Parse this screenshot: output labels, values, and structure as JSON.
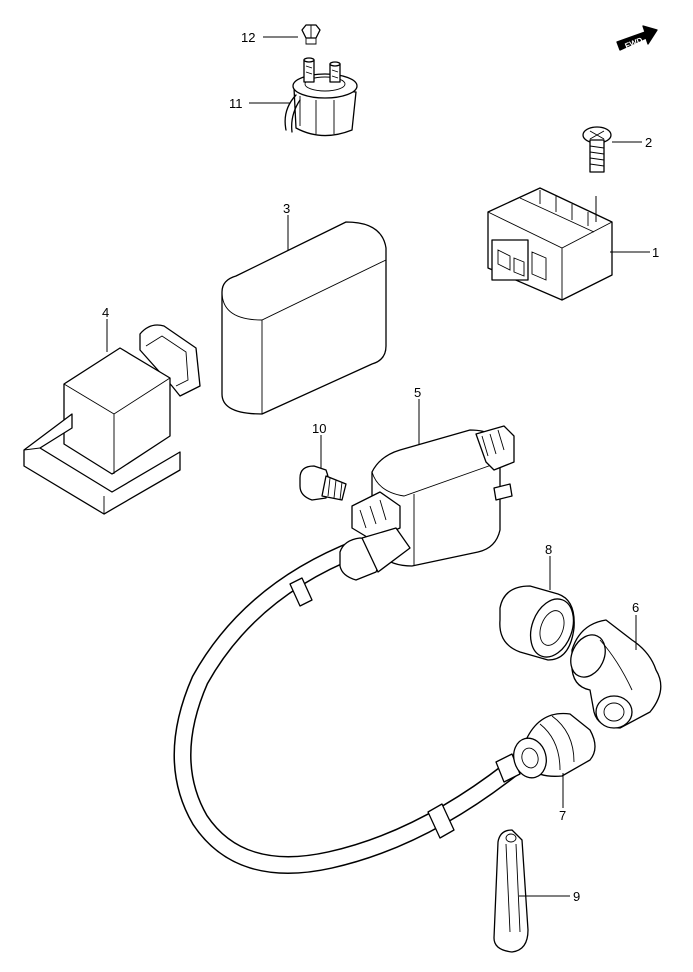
{
  "callouts": [
    {
      "id": "c1",
      "text": "1"
    },
    {
      "id": "c2",
      "text": "2"
    },
    {
      "id": "c3",
      "text": "3"
    },
    {
      "id": "c4",
      "text": "4"
    },
    {
      "id": "c5",
      "text": "5"
    },
    {
      "id": "c6",
      "text": "6"
    },
    {
      "id": "c7",
      "text": "7"
    },
    {
      "id": "c8",
      "text": "8"
    },
    {
      "id": "c9",
      "text": "9"
    },
    {
      "id": "c10",
      "text": "10"
    },
    {
      "id": "c11",
      "text": "11"
    },
    {
      "id": "c12",
      "text": "12"
    }
  ],
  "fwd_badge": "FWD",
  "colors": {
    "line": "#000000",
    "background": "#ffffff"
  }
}
